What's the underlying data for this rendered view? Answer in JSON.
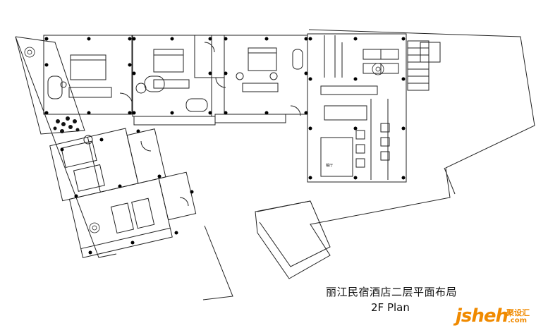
{
  "title_cn": "丽江民宿酒店二层平面布局",
  "title_en": "2F Plan",
  "room_label": "餐厅",
  "logo": {
    "main": "jsheh",
    "sub": "聚设汇",
    "domain": ".com",
    "color": "#f08a00"
  },
  "colors": {
    "line": "#222222",
    "column": "#000000"
  }
}
